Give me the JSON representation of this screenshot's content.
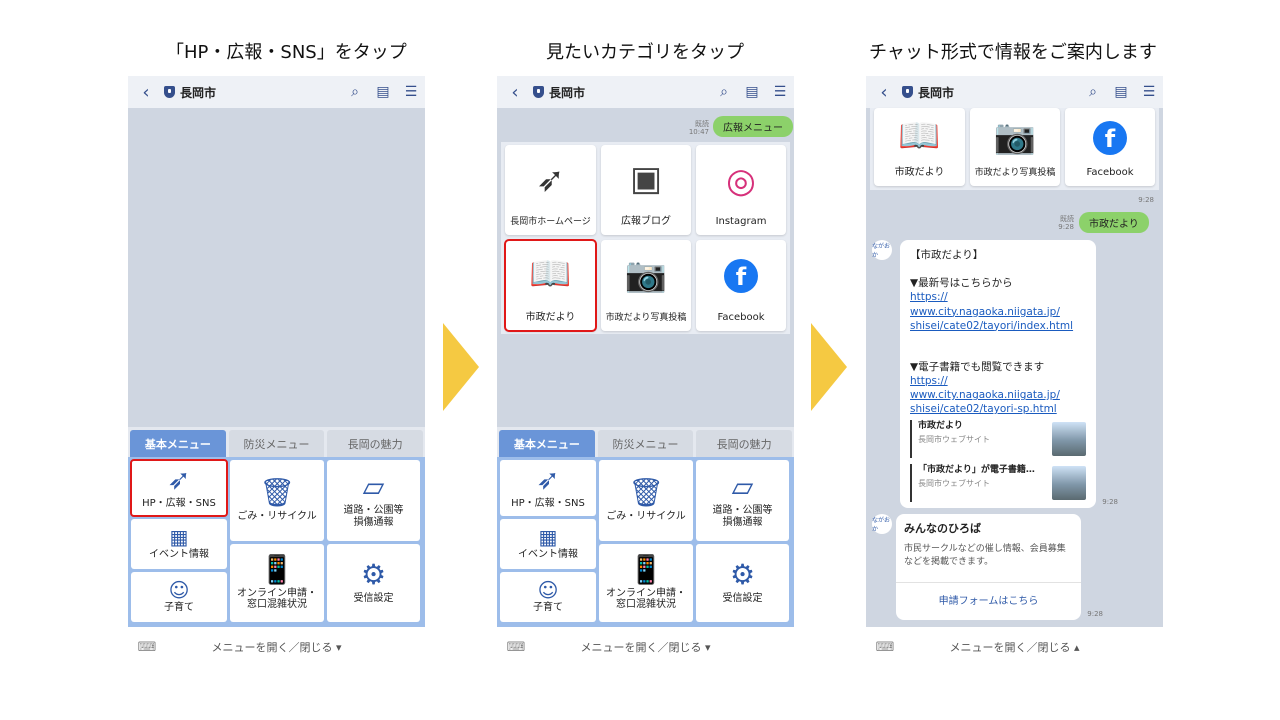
{
  "steps": [
    {
      "title": "「HP・広報・SNS」をタップ"
    },
    {
      "title": "見たいカテゴリをタップ"
    },
    {
      "title": "チャット形式で情報をご案内します"
    }
  ],
  "header": {
    "back": "‹",
    "app_name": "長岡市"
  },
  "tabs": [
    "基本メニュー",
    "防災メニュー",
    "長岡の魅力"
  ],
  "menu": {
    "hp": "HP・広報・SNS",
    "event": "イベント情報",
    "kids": "子育て",
    "gomi": "ごみ・リサイクル",
    "road": "道路・公園等\n損傷通報",
    "online": "オンライン申請・\n窓口混雑状況",
    "receive": "受信設定"
  },
  "footer": {
    "toggle": "メニューを開く／閉じる ▾",
    "toggle3": "メニューを開く／閉じる ▴"
  },
  "screen2": {
    "read": "既読",
    "time": "10:47",
    "sent": "広報メニュー",
    "grid": [
      "長岡市ホームページ",
      "広報ブログ",
      "Instagram",
      "市政だより",
      "市政だより写真投稿",
      "Facebook"
    ]
  },
  "screen3": {
    "top_grid": [
      "市政だより",
      "市政だより写真投稿",
      "Facebook"
    ],
    "time1": "9:28",
    "read": "既読",
    "time2": "9:28",
    "sent": "市政だより",
    "avatar": "ながおか",
    "msg_title": "【市政だより】",
    "msg_line1": "▼最新号はこちらから",
    "link1": [
      "https://",
      "www.city.nagaoka.niigata.jp/",
      "shisei/cate02/tayori/index.html"
    ],
    "msg_line2": "▼電子書籍でも閲覧できます",
    "link2": [
      "https://",
      "www.city.nagaoka.niigata.jp/",
      "shisei/cate02/tayori-sp.html"
    ],
    "preview1": {
      "title": "市政だより",
      "site": "長岡市ウェブサイト"
    },
    "preview2": {
      "title": "「市政だより」が電子書籍…",
      "site": "長岡市ウェブサイト"
    },
    "time3": "9:28",
    "card_title": "みんなのひろば",
    "card_body": "市民サークルなどの催し情報、会員募集などを掲載できます。",
    "card_button": "申請フォームはこちら",
    "time4": "9:28"
  },
  "colors": {
    "accent": "#2f5aa8",
    "highlight": "#e01818",
    "arrow": "#f5c942",
    "bubble": "#8cd16a"
  }
}
